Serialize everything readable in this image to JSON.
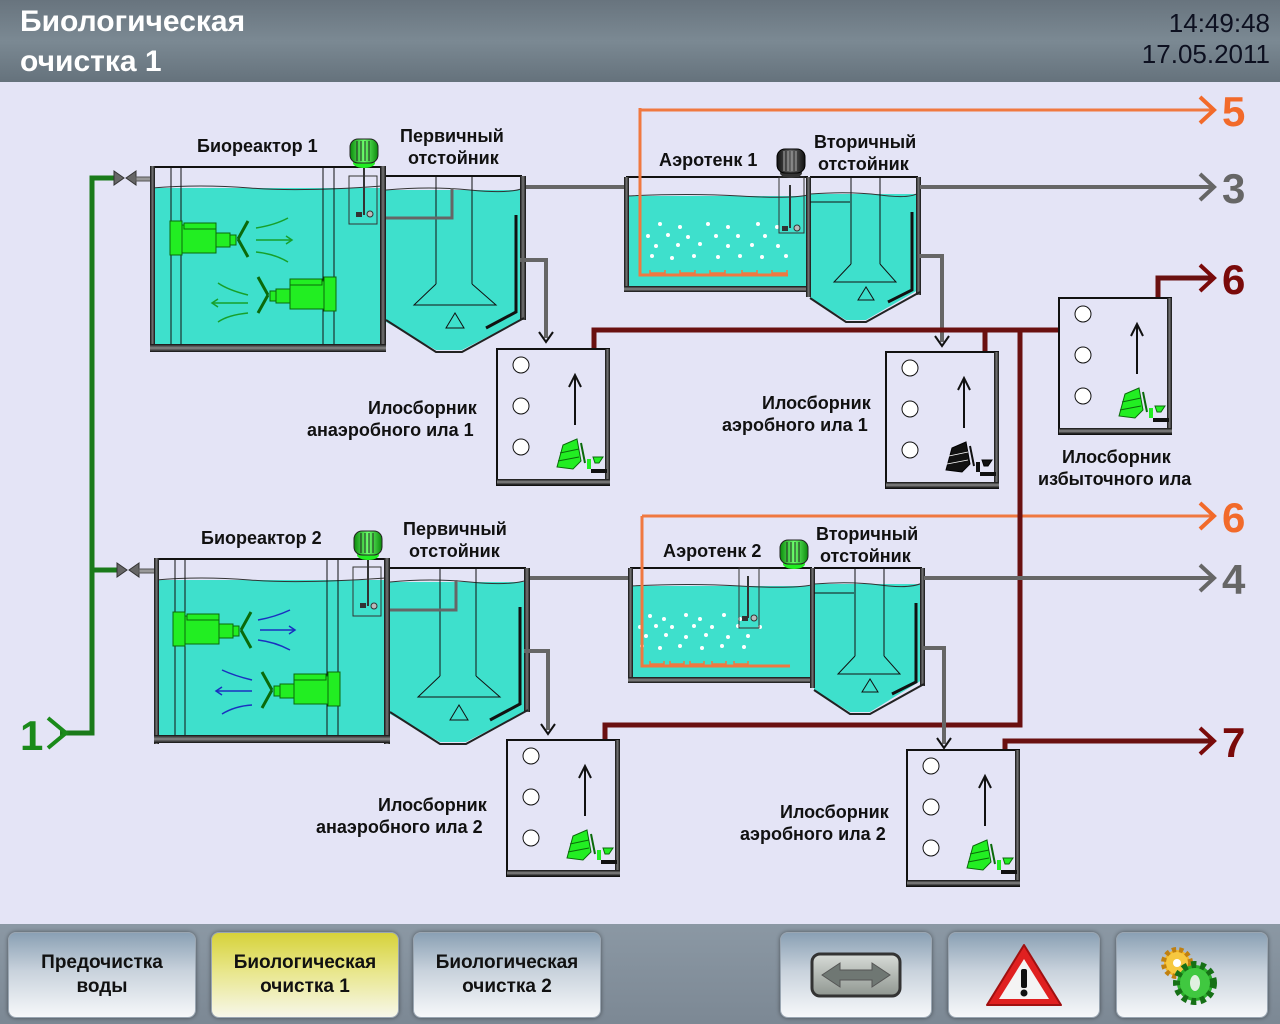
{
  "header": {
    "title_line1": "Биологическая",
    "title_line2": "очистка 1",
    "time": "14:49:48",
    "date": "17.05.2011"
  },
  "colors": {
    "water": "#3ee0cc",
    "inlet_pipe": "#1a7a1a",
    "air_pipe": "#f07840",
    "treated_pipe": "#6a6a6a",
    "sludge_pipe": "#6e1010",
    "device_on": "#22ee22",
    "device_off": "#111111"
  },
  "diagram": {
    "line1": {
      "bioreactor": "Биореактор 1",
      "primary_settler": [
        "Первичный",
        "отстойник"
      ],
      "aerotank": "Аэротенк 1",
      "secondary_settler": [
        "Вторичный",
        "отстойник"
      ],
      "anaerobic_collector": [
        "Илосборник",
        "анаэробного ила 1"
      ],
      "aerobic_collector": [
        "Илосборник",
        "аэробного ила 1"
      ],
      "aerotank_motor_state": "off",
      "aerobic_pump_state": "off"
    },
    "line2": {
      "bioreactor": "Биореактор 2",
      "primary_settler": [
        "Первичный",
        "отстойник"
      ],
      "aerotank": "Аэротенк 2",
      "secondary_settler": [
        "Вторичный",
        "отстойник"
      ],
      "anaerobic_collector": [
        "Илосборник",
        "анаэробного ила 2"
      ],
      "aerobic_collector": [
        "Илосборник",
        "аэробного ила 2"
      ],
      "aerotank_motor_state": "on",
      "aerobic_pump_state": "on"
    },
    "excess_collector": [
      "Илосборник",
      "избыточного ила"
    ],
    "connectors": {
      "inlet": "1",
      "air_out_1": "5",
      "treated_out_1": "3",
      "excess_sludge_out": "6",
      "air_out_2": "6",
      "treated_out_2": "4",
      "sludge_out_2": "7"
    },
    "connector_colors": {
      "inlet": "#1a8a1a",
      "air": "#f26a2a",
      "treated": "#666666",
      "sludge": "#7a0a0a"
    }
  },
  "footer": {
    "nav": [
      {
        "label_line1": "Предочистка",
        "label_line2": "воды",
        "active": false
      },
      {
        "label_line1": "Биологическая",
        "label_line2": "очистка 1",
        "active": true
      },
      {
        "label_line1": "Биологическая",
        "label_line2": "очистка 2",
        "active": false
      }
    ],
    "icons": [
      "switch-arrows-icon",
      "alarm-warning-icon",
      "settings-gears-icon"
    ]
  }
}
